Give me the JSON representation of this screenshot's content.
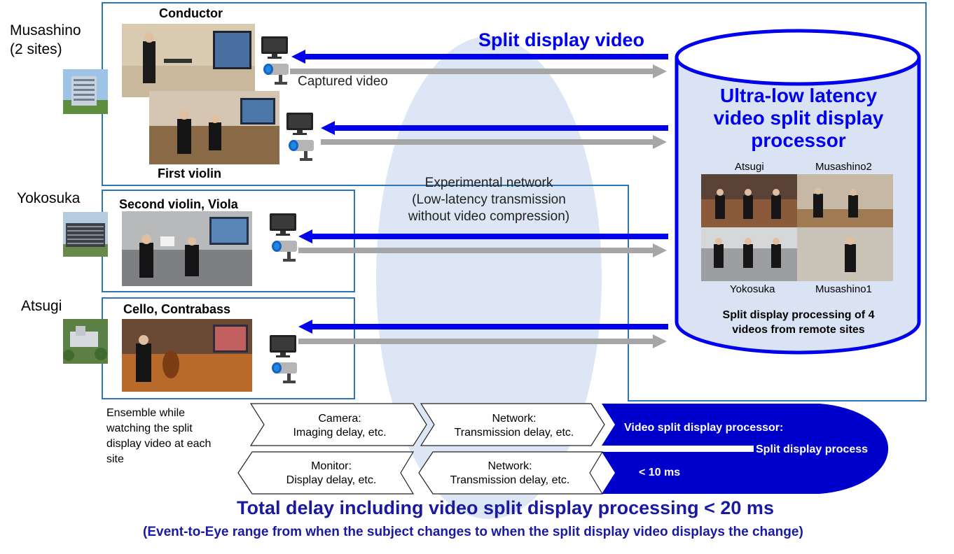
{
  "sites": {
    "musashino": "Musashino\n(2 sites)",
    "yokosuka": "Yokosuka",
    "atsugi": "Atsugi"
  },
  "captions": {
    "conductor": "Conductor",
    "first_violin": "First violin",
    "second_violin": "Second violin, Viola",
    "cello": "Cello, Contrabass"
  },
  "arrows": {
    "split_video": "Split display video",
    "captured_video": "Captured video"
  },
  "network": {
    "title": "Experimental network",
    "subtitle": "(Low-latency transmission\nwithout video compression)"
  },
  "processor": {
    "title": "Ultra-low latency\nvideo split display\nprocessor",
    "grid_labels": [
      "Atsugi",
      "Musashino2",
      "Yokosuka",
      "Musashino1"
    ],
    "description": "Split display processing of 4\nvideos from remote sites"
  },
  "ensemble_note": "Ensemble while\nwatching the split\ndisplay video at each\nsite",
  "delays": {
    "camera": "Camera:\nImaging delay, etc.",
    "network_up": "Network:\nTransmission delay, etc.",
    "monitor": "Monitor:\nDisplay delay, etc.",
    "network_down": "Network:\nTransmission delay, etc.",
    "processor_label": "Video split display processor:",
    "process_label": "Split display process",
    "under_10": "< 10 ms"
  },
  "total": {
    "headline": "Total delay including video split display processing < 20 ms",
    "note": "(Event-to-Eye range from when the subject changes to when the split display video displays the change)"
  },
  "colors": {
    "blue_arrow": "#0000ee",
    "gray_arrow": "#a6a6a6",
    "box_border": "#2e75b6",
    "cylinder_fill": "#dae3f3",
    "network_ellipse": "#dce6f4",
    "processor_blue": "#0000cc",
    "total_text": "#1a1aa0"
  }
}
